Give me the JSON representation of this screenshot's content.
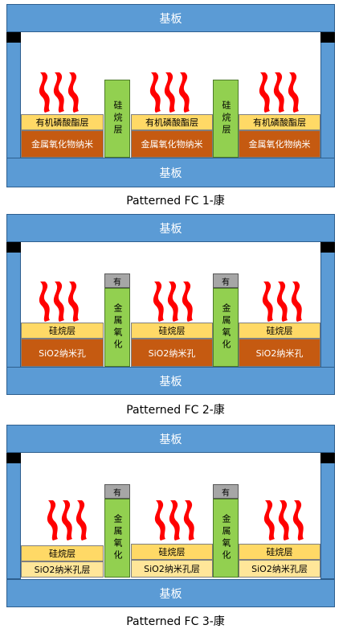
{
  "panels": [
    {
      "caption": "Patterned FC 1-康",
      "substrate_top": "基板",
      "substrate_bottom": "基板",
      "upper_layer": "有机磷酸酯层",
      "lower_layer": "金属氧化物纳米",
      "pillar": "硅烷层",
      "pillar_cap": ""
    },
    {
      "caption": "Patterned FC 2-康",
      "substrate_top": "基板",
      "substrate_bottom": "基板",
      "upper_layer": "硅烷层",
      "lower_layer": "SiO2纳米孔",
      "pillar": "金属氧化",
      "pillar_cap": "有"
    },
    {
      "caption": "Patterned FC 3-康",
      "substrate_top": "基板",
      "substrate_bottom": "基板",
      "upper_layer": "硅烷层",
      "lower_layer": "SiO2纳米孔层",
      "pillar": "金属氧化",
      "pillar_cap": "有"
    }
  ],
  "colors": {
    "substrate": "#5b9bd5",
    "organic_layer": "#ffd966",
    "oxide_layer": "#c55a11",
    "pillar": "#92d050",
    "cap": "#a6a6a6",
    "heat": "#ff0000",
    "seal": "#000000"
  }
}
